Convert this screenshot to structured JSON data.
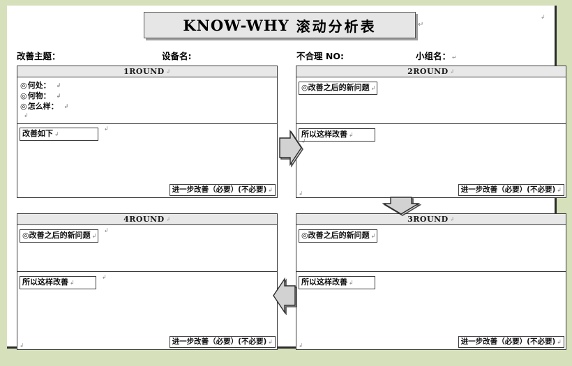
{
  "document": {
    "title_latin": "KNOW-WHY",
    "title_cjk": "滚动分析表",
    "pilcrow": "↵"
  },
  "header_fields": [
    {
      "name": "subject",
      "label": "改善主题："
    },
    {
      "name": "equipment",
      "label": "设备名:"
    },
    {
      "name": "defect_no",
      "label": "不合理 NO:"
    },
    {
      "name": "team",
      "label": "小组名："
    }
  ],
  "labels": {
    "new_problem": "◎改善之后的新问题",
    "so_improve_this_way": "所以这样改善",
    "improve_as_follows": "改善如下",
    "further_improve": "进一步改善（必要）(不必要)",
    "stray_mark": "↲"
  },
  "round1": {
    "header": "1ROUND",
    "bullets": [
      {
        "mark": "◎",
        "text": "何处："
      },
      {
        "mark": "◎",
        "text": "何物："
      },
      {
        "mark": "◎",
        "text": "怎么样："
      }
    ],
    "improve_label": "改善如下",
    "footer": "进一步改善（必要）(不必要)"
  },
  "round2": {
    "header": "2ROUND",
    "new_problem_label": "◎改善之后的新问题",
    "cause_label": "所以这样改善",
    "footer": "进一步改善（必要）(不必要)"
  },
  "round3": {
    "header": "3ROUND",
    "new_problem_label": "◎改善之后的新问题",
    "cause_label": "所以这样改善",
    "footer": "进一步改善（必要）(不必要)"
  },
  "round4": {
    "header": "4ROUND",
    "new_problem_label": "◎改善之后的新问题",
    "cause_label": "所以这样改善",
    "footer": "进一步改善（必要）(不必要)"
  },
  "arrows": [
    {
      "name": "arrow-right-icon",
      "direction": "right"
    },
    {
      "name": "arrow-down-icon",
      "direction": "down"
    },
    {
      "name": "arrow-left-icon",
      "direction": "left"
    }
  ],
  "colors": {
    "page_background": "#d6e0bb",
    "paper": "#ffffff",
    "header_fill": "#e8e8e8",
    "title_fill": "#e6e6e6",
    "border": "#3a3a3a",
    "arrow_fill": "#d2d2d2"
  }
}
